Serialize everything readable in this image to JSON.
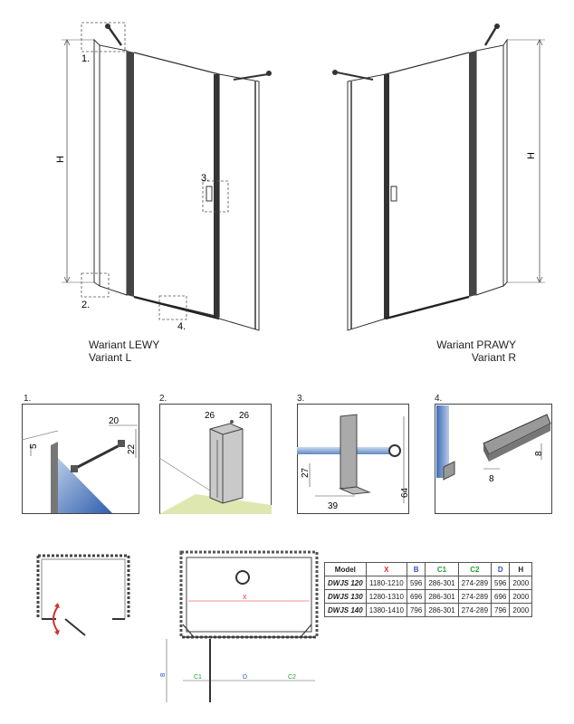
{
  "top": {
    "callouts": [
      "1.",
      "2.",
      "3.",
      "4."
    ],
    "height_label": "H",
    "left_variant": {
      "line1": "Wariant LEWY",
      "line2": "Variant L"
    },
    "right_variant": {
      "line1": "Wariant PRAWY",
      "line2": "Variant R"
    }
  },
  "details": [
    {
      "num": "1.",
      "dims": [
        "20",
        "5",
        "22"
      ]
    },
    {
      "num": "2.",
      "dims": [
        "26",
        "26"
      ]
    },
    {
      "num": "3.",
      "dims": [
        "27",
        "39",
        "64"
      ]
    },
    {
      "num": "4.",
      "dims": [
        "8",
        "8"
      ]
    }
  ],
  "plan": {
    "x": "X",
    "b": "B",
    "c1": "C1",
    "d": "D",
    "c2": "C2"
  },
  "table": {
    "headers": [
      "Model",
      "X",
      "B",
      "C1",
      "C2",
      "D",
      "H"
    ],
    "header_colors": [
      "#222222",
      "#e03030",
      "#3050c0",
      "#20a030",
      "#20a030",
      "#3050c0",
      "#222222"
    ],
    "rows": [
      [
        "DWJS 120",
        "1180-1210",
        "596",
        "286-301",
        "274-289",
        "596",
        "2000"
      ],
      [
        "DWJS 130",
        "1280-1310",
        "696",
        "286-301",
        "274-289",
        "696",
        "2000"
      ],
      [
        "DWJS 140",
        "1380-1410",
        "796",
        "286-301",
        "274-289",
        "796",
        "2000"
      ]
    ]
  }
}
